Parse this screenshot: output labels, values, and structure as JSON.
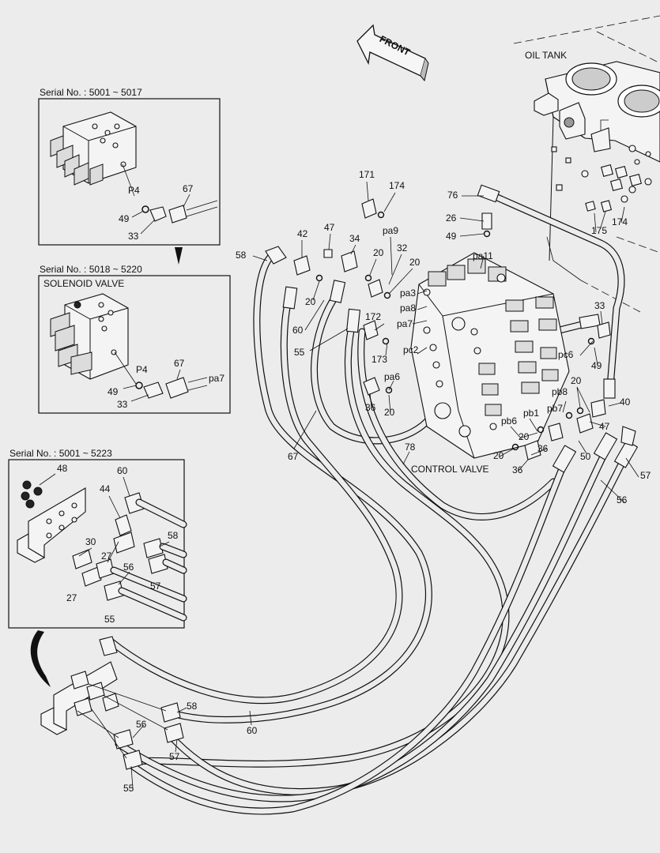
{
  "front_arrow": {
    "label": "FRONT"
  },
  "oil_tank": {
    "label": "OIL TANK"
  },
  "control_valve": {
    "label": "CONTROL VALVE"
  },
  "insets": {
    "serial_a": {
      "title": "Serial No. : 5001 ~ 5017"
    },
    "serial_b": {
      "title": "Serial No. : 5018 ~ 5220",
      "subtitle": "SOLENOID VALVE"
    },
    "serial_c": {
      "title": "Serial No. : 5001 ~ 5223"
    }
  },
  "callouts": {
    "a_p4": "P4",
    "a_67": "67",
    "a_49": "49",
    "a_33": "33",
    "b_p4": "P4",
    "b_67": "67",
    "b_pa7": "pa7",
    "b_49": "49",
    "b_33": "33",
    "c_48": "48",
    "c_60": "60",
    "c_44": "44",
    "c_30": "30",
    "c_27a": "27",
    "c_58": "58",
    "c_56": "56",
    "c_57": "57",
    "c_27b": "27",
    "c_55": "55",
    "m_171": "171",
    "m_174": "174",
    "m_pa9": "pa9",
    "m_76": "76",
    "m_26": "26",
    "m_49a": "49",
    "m_pa11": "pa11",
    "m_42": "42",
    "m_47a": "47",
    "m_34": "34",
    "m_58": "58",
    "m_20a": "20",
    "m_32": "32",
    "m_20b": "20",
    "m_20c": "20",
    "m_pa3": "pa3",
    "m_pa8": "pa8",
    "m_pa7": "pa7",
    "m_60": "60",
    "m_55": "55",
    "m_172": "172",
    "m_pc2": "pc2",
    "m_173": "173",
    "m_pa6": "pa6",
    "m_36a": "36",
    "m_20d": "20",
    "m_33": "33",
    "m_pc6": "pc6",
    "m_49b": "49",
    "m_pb8": "pb8",
    "m_20e": "20",
    "m_pb7": "pb7",
    "m_40": "40",
    "m_pb6": "pb6",
    "m_pb1": "pb1",
    "m_20f": "20",
    "m_47b": "47",
    "m_36b": "36",
    "m_50": "50",
    "m_20g": "20",
    "m_36c": "36",
    "m_67": "67",
    "m_78": "78",
    "m_57a": "57",
    "m_56a": "56",
    "m_175": "175",
    "m_174b": "174",
    "l_58": "58",
    "l_60": "60",
    "l_56": "56",
    "l_57": "57",
    "l_55": "55"
  }
}
